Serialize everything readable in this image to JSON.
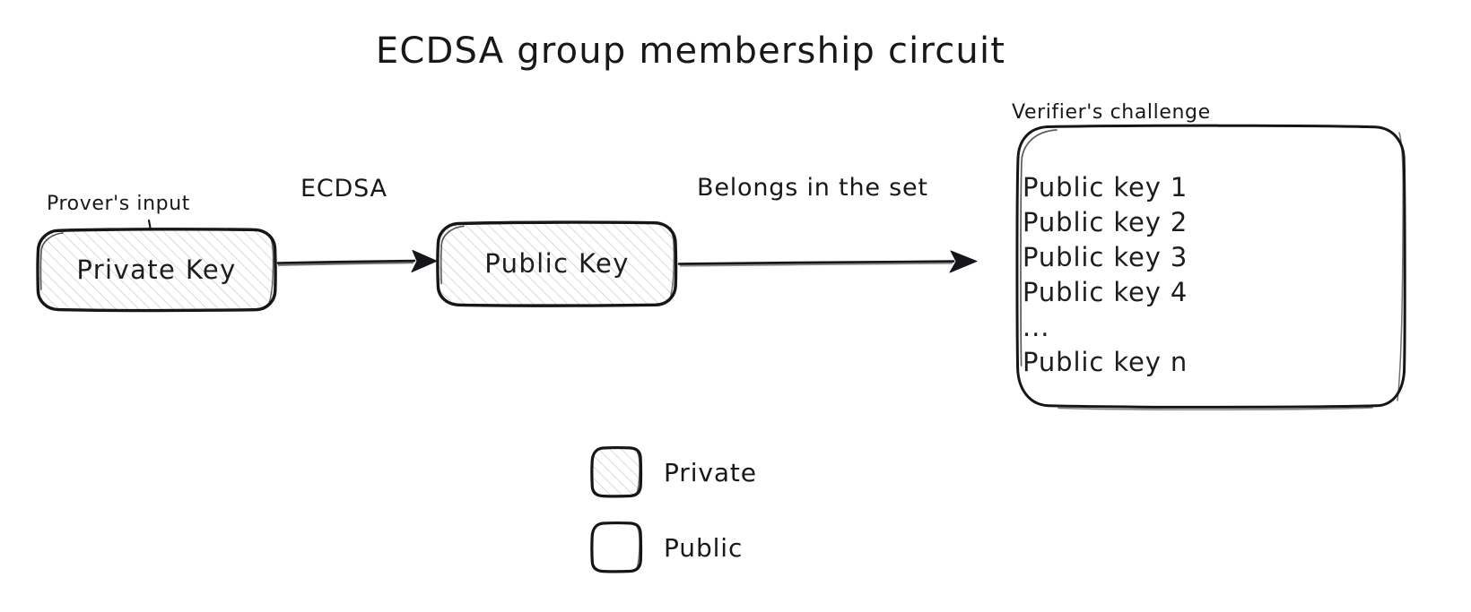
{
  "diagram": {
    "title": "ECDSA group membership circuit",
    "background_color": "#ffffff",
    "stroke_color": "#16161a",
    "hatch_color": "#c9c9cf"
  },
  "nodes": {
    "private_key": {
      "caption": "Prover's input",
      "label": "Private Key",
      "fill": "private"
    },
    "public_key": {
      "label": "Public Key",
      "fill": "private"
    },
    "verifier_challenge": {
      "caption": "Verifier's challenge",
      "fill": "public",
      "items": [
        "Public key 1",
        "Public key 2",
        "Public key 3",
        "Public key 4",
        "...",
        "Public key n"
      ]
    }
  },
  "edges": [
    {
      "label": "ECDSA",
      "from": "private_key",
      "to": "public_key"
    },
    {
      "label": "Belongs in the set",
      "from": "public_key",
      "to": "verifier_challenge"
    }
  ],
  "legend": {
    "items": [
      {
        "swatch": "hatched-square-icon",
        "label": "Private"
      },
      {
        "swatch": "empty-square-icon",
        "label": "Public"
      }
    ]
  }
}
